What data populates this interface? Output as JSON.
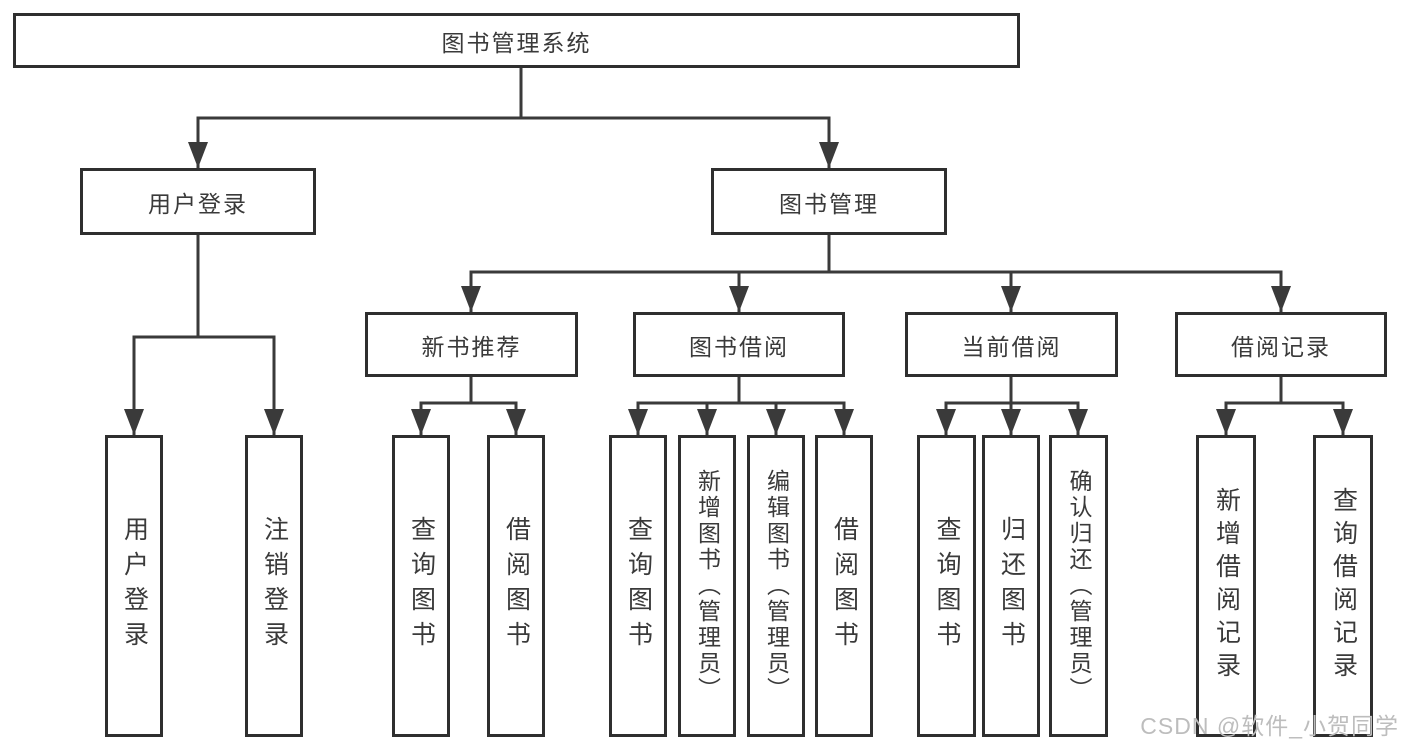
{
  "diagram": {
    "root": "图书管理系统",
    "branches": {
      "user_login": {
        "label": "用户登录",
        "children": [
          "用户登录",
          "注销登录"
        ]
      },
      "book_management": {
        "label": "图书管理",
        "sections": [
          {
            "label": "新书推荐",
            "children": [
              "查询图书",
              "借阅图书"
            ]
          },
          {
            "label": "图书借阅",
            "children": [
              "查询图书",
              "新增图书（管理员）",
              "编辑图书（管理员）",
              "借阅图书"
            ]
          },
          {
            "label": "当前借阅",
            "children": [
              "查询图书",
              "归还图书",
              "确认归还（管理员）"
            ]
          },
          {
            "label": "借阅记录",
            "children": [
              "新增借阅记录",
              "查询借阅记录"
            ]
          }
        ]
      }
    }
  },
  "watermark": "CSDN @软件_小贺同学",
  "colors": {
    "line": "#3a3a3a",
    "border": "#2f2f2f",
    "text": "#3a3a3a",
    "watermark": "#bdbdbd",
    "background": "#ffffff"
  }
}
